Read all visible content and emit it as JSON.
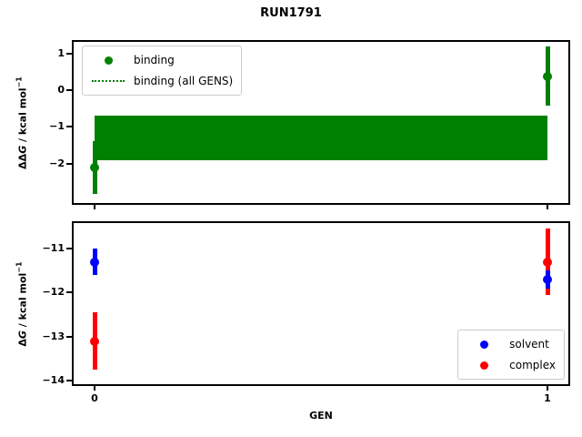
{
  "title": "RUN1791",
  "colors": {
    "binding": "#008000",
    "solvent": "#0000ff",
    "complex": "#ff0000",
    "spine": "#000000",
    "legend_border": "#cccccc"
  },
  "chart_data": [
    {
      "type": "scatter",
      "position": "top",
      "title": "",
      "ylabel": "ΔΔG / kcal mol⁻¹",
      "ylabel_parts": {
        "prefix": "ΔΔ",
        "italic": "G",
        "unit": " / kcal mol",
        "sup": "−1"
      },
      "xlabel": "",
      "ylim": [
        -3.08,
        1.32
      ],
      "xlim": [
        -0.05,
        1.05
      ],
      "grid": false,
      "yticks": {
        "values": [
          1,
          0,
          -1,
          -2
        ],
        "labels": [
          "1",
          "0",
          "−1",
          "−2"
        ]
      },
      "xticks": {
        "values": [
          0,
          1
        ],
        "labels": [
          "",
          ""
        ]
      },
      "series": [
        {
          "name": "binding",
          "color": "#008000",
          "points": [
            {
              "x": 0,
              "y": -2.1,
              "err": 0.72
            },
            {
              "x": 1,
              "y": 0.38,
              "err": 0.8
            }
          ]
        }
      ],
      "band": {
        "label": "binding (all GENS)",
        "color": "#008000",
        "x": [
          0,
          1
        ],
        "lo": -1.9,
        "hi": -0.7,
        "mean": -1.3
      },
      "legend": {
        "position": "upper-left",
        "items": [
          {
            "marker": "dot",
            "color": "#008000",
            "label": "binding"
          },
          {
            "marker": "dotted-line",
            "color": "#008000",
            "label": "binding (all GENS)"
          }
        ]
      }
    },
    {
      "type": "scatter",
      "position": "bottom",
      "title": "",
      "ylabel": "ΔG / kcal mol⁻¹",
      "ylabel_parts": {
        "prefix": "Δ",
        "italic": "G",
        "unit": " / kcal mol",
        "sup": "−1"
      },
      "xlabel": "GEN",
      "ylim": [
        -14.08,
        -10.42
      ],
      "xlim": [
        -0.05,
        1.05
      ],
      "grid": false,
      "yticks": {
        "values": [
          -11,
          -12,
          -13,
          -14
        ],
        "labels": [
          "−11",
          "−12",
          "−13",
          "−14"
        ]
      },
      "xticks": {
        "values": [
          0,
          1
        ],
        "labels": [
          "0",
          "1"
        ]
      },
      "series": [
        {
          "name": "complex",
          "color": "#ff0000",
          "points": [
            {
              "x": 0,
              "y": -13.1,
              "err": 0.65
            },
            {
              "x": 1,
              "y": -11.3,
              "err": 0.75
            }
          ]
        },
        {
          "name": "solvent",
          "color": "#0000ff",
          "points": [
            {
              "x": 0,
              "y": -11.3,
              "err": 0.3
            },
            {
              "x": 1,
              "y": -11.7,
              "err": 0.2
            }
          ]
        }
      ],
      "legend": {
        "position": "lower-right",
        "items": [
          {
            "marker": "dot",
            "color": "#0000ff",
            "label": "solvent"
          },
          {
            "marker": "dot",
            "color": "#ff0000",
            "label": "complex"
          }
        ]
      }
    }
  ]
}
